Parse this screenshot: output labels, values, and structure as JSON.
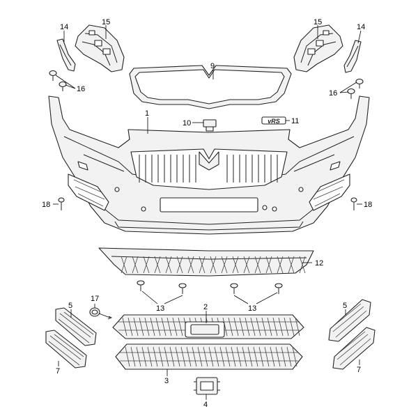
{
  "callouts": {
    "c1": "1",
    "c2": "2",
    "c3": "3",
    "c4": "4",
    "c5_left": "5",
    "c5_right": "5",
    "c7_left": "7",
    "c7_right": "7",
    "c9": "9",
    "c10": "10",
    "c11": "11",
    "c12": "12",
    "c13_left": "13",
    "c13_right": "13",
    "c14_left": "14",
    "c14_right": "14",
    "c15_left": "15",
    "c15_right": "15",
    "c16_left": "16",
    "c16_right": "16",
    "c17": "17",
    "c18_left": "18",
    "c18_right": "18"
  },
  "badge_text": "vRS"
}
